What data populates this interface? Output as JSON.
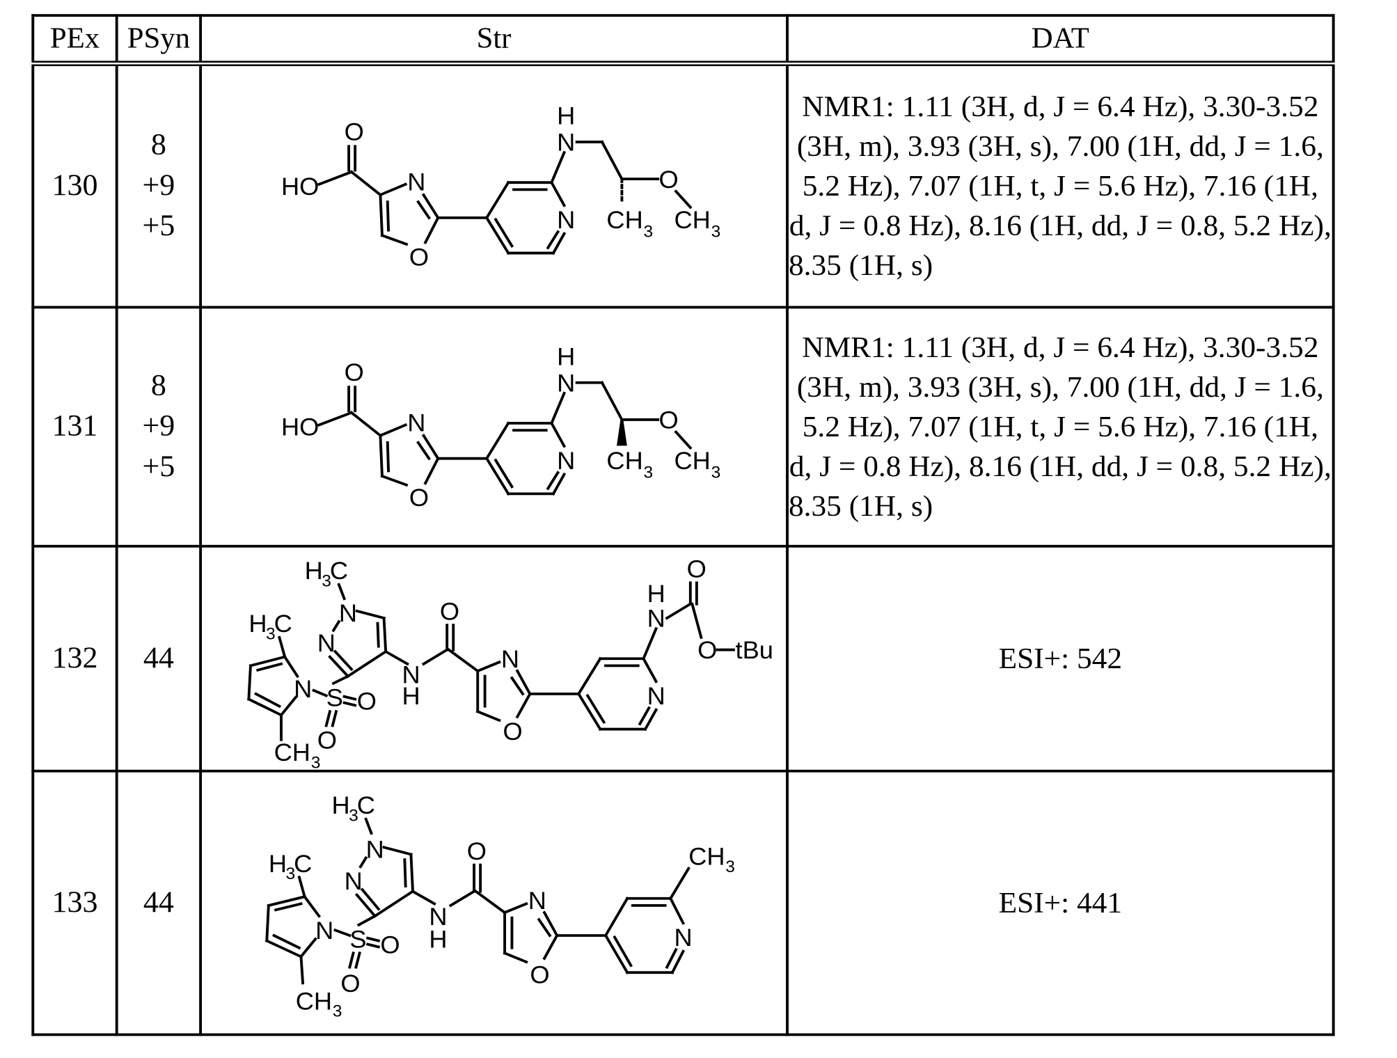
{
  "table": {
    "headers": [
      "PEx",
      "PSyn",
      "Str",
      "DAT"
    ],
    "rows": [
      {
        "pex": "130",
        "psyn": [
          "8",
          "+9",
          "+5"
        ],
        "structure": "2-[2-[(2-methoxypropyl)amino]pyridin-4-yl]-1,3-oxazole-4-carboxylic acid (hashed stereo bond)",
        "structure_labels": [
          "O",
          "HO",
          "N",
          "O",
          "H",
          "N",
          "N",
          "O",
          "CH3",
          "CH3"
        ],
        "dat": "NMR1: 1.11 (3H, d, J = 6.4 Hz), 3.30-3.52 (3H, m), 3.93 (3H, s), 7.00 (1H, dd, J = 1.6, 5.2 Hz), 7.07 (1H, t, J = 5.6 Hz), 7.16 (1H, d, J = 0.8 Hz), 8.16 (1H, dd, J = 0.8, 5.2 Hz), 8.35 (1H, s)"
      },
      {
        "pex": "131",
        "psyn": [
          "8",
          "+9",
          "+5"
        ],
        "structure": "2-[2-[(2-methoxypropyl)amino]pyridin-4-yl]-1,3-oxazole-4-carboxylic acid (wedged stereo bond)",
        "structure_labels": [
          "O",
          "HO",
          "N",
          "O",
          "H",
          "N",
          "N",
          "O",
          "CH3",
          "CH3"
        ],
        "dat": "NMR1: 1.11 (3H, d, J = 6.4 Hz), 3.30-3.52 (3H, m), 3.93 (3H, s), 7.00 (1H, dd, J = 1.6, 5.2 Hz), 7.07 (1H, t, J = 5.6 Hz), 7.16 (1H, d, J = 0.8 Hz), 8.16 (1H, dd, J = 0.8, 5.2 Hz), 8.35 (1H, s)"
      },
      {
        "pex": "132",
        "psyn": [
          "44"
        ],
        "structure": "tert-butyl carbamate of pyrazole sulfonyl pyrrole oxazole carboxamide pyridine",
        "structure_labels": [
          "H3C",
          "N",
          "N",
          "H3C",
          "N",
          "S",
          "O",
          "O",
          "CH3",
          "N",
          "H",
          "O",
          "N",
          "O",
          "H",
          "N",
          "O",
          "O",
          "tBu",
          "N"
        ],
        "dat": "ESI+: 542"
      },
      {
        "pex": "133",
        "psyn": [
          "44"
        ],
        "structure": "N-[3-(2,5-dimethylpyrrol-1-ylsulfonyl)-1-methylpyrazol-4-yl]-2-(2-methylpyridin-4-yl)oxazole-4-carboxamide",
        "structure_labels": [
          "H3C",
          "N",
          "N",
          "H3C",
          "N",
          "S",
          "O",
          "O",
          "CH3",
          "N",
          "H",
          "O",
          "N",
          "O",
          "CH3",
          "N"
        ],
        "dat": "ESI+: 441"
      }
    ]
  }
}
